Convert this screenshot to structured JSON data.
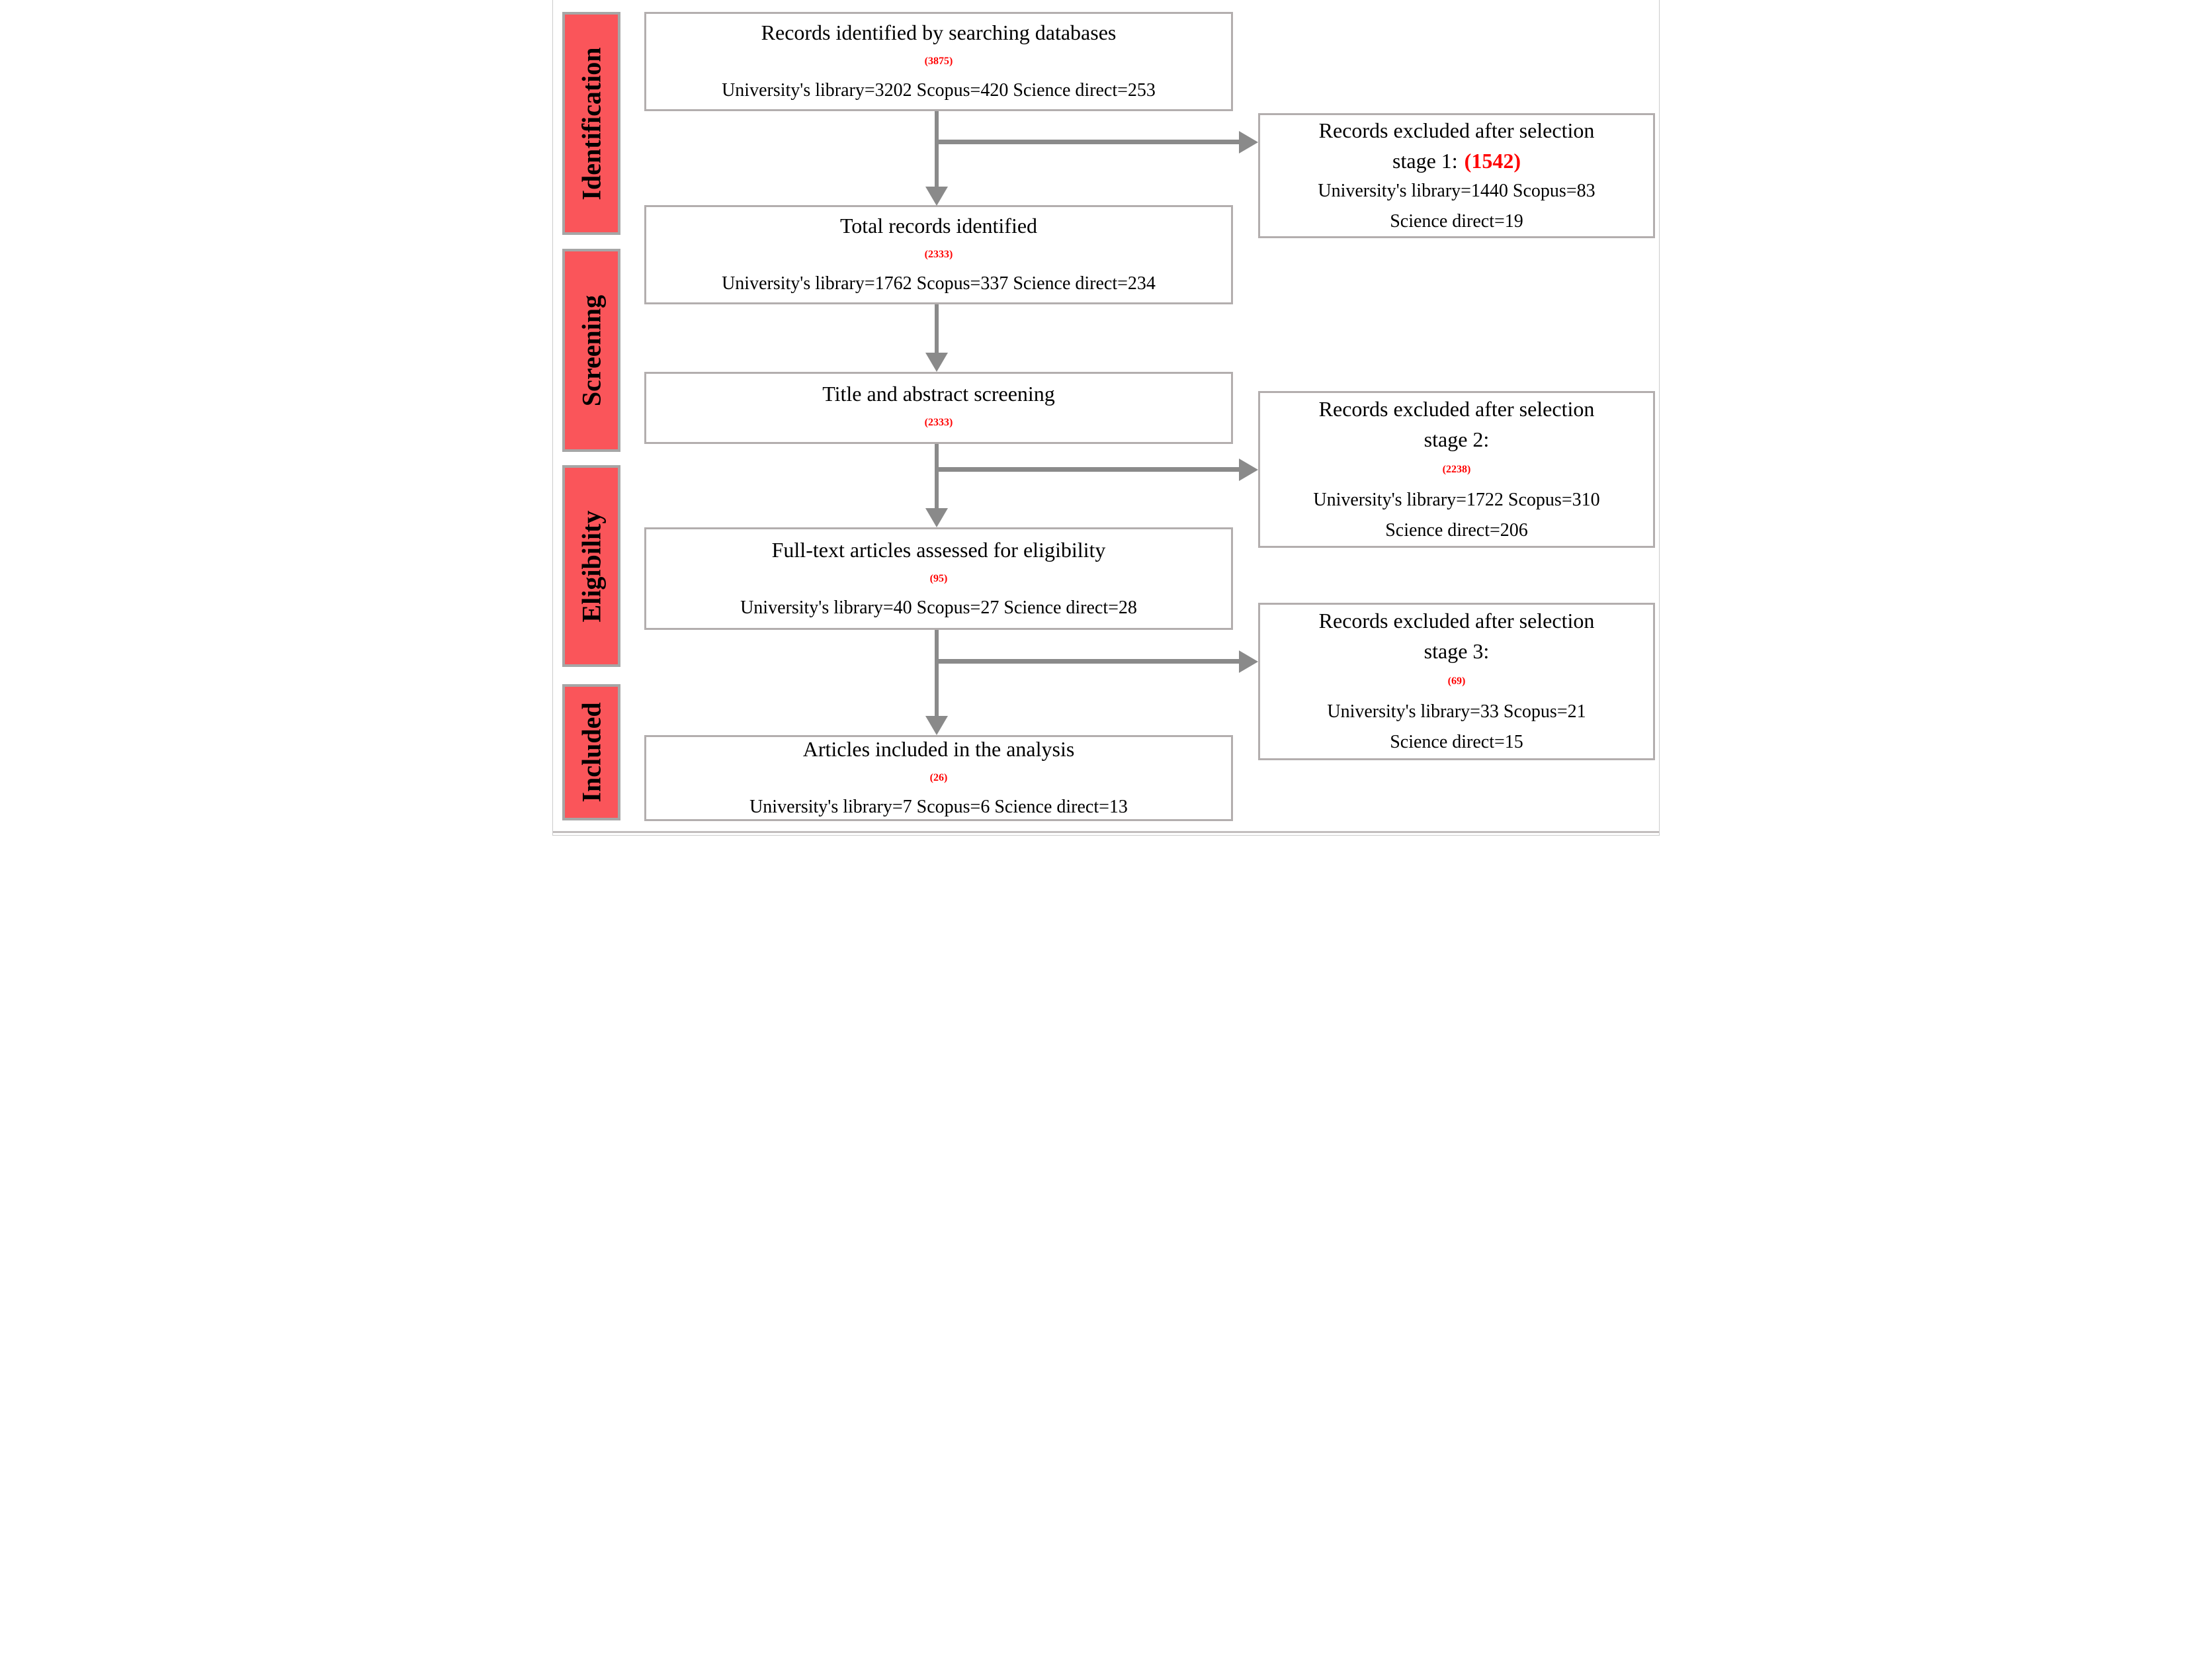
{
  "stages": [
    {
      "label": "Identification"
    },
    {
      "label": "Screening"
    },
    {
      "label": "Eligibility"
    },
    {
      "label": "Included"
    }
  ],
  "flow": [
    {
      "title": "Records identified by searching databases",
      "count": "(3875)",
      "detail": "University's library=3202 Scopus=420 Science direct=253"
    },
    {
      "title": "Total records identified",
      "count": "(2333)",
      "detail": "University's library=1762 Scopus=337 Science direct=234"
    },
    {
      "title": "Title and abstract screening",
      "count": "(2333)",
      "detail": ""
    },
    {
      "title": "Full-text articles assessed for eligibility",
      "count": "(95)",
      "detail": "University's library=40 Scopus=27 Science direct=28"
    },
    {
      "title": "Articles included in the analysis",
      "count": "(26)",
      "detail": "University's library=7 Scopus=6 Science direct=13"
    }
  ],
  "excluded": [
    {
      "title": "Records excluded after selection",
      "stage_line": "stage 1:",
      "count": "(1542)",
      "detail1": "University's library=1440 Scopus=83",
      "detail2": "Science direct=19"
    },
    {
      "title": "Records excluded after selection",
      "stage_line": "stage 2:",
      "count": "(2238)",
      "detail1": "University's library=1722 Scopus=310",
      "detail2": "Science direct=206"
    },
    {
      "title": "Records excluded after selection",
      "stage_line": "stage 3:",
      "count": "(69)",
      "detail1": "University's library=33 Scopus=21",
      "detail2": "Science direct=15"
    }
  ],
  "colors": {
    "stage-fill": "#fa555a",
    "stage-border": "#a6a6a6",
    "box-border": "#b3aeae",
    "arrow": "#8a8a8a",
    "accent": "#ff0000",
    "text": "#000000",
    "rule": "#c2bebe"
  }
}
